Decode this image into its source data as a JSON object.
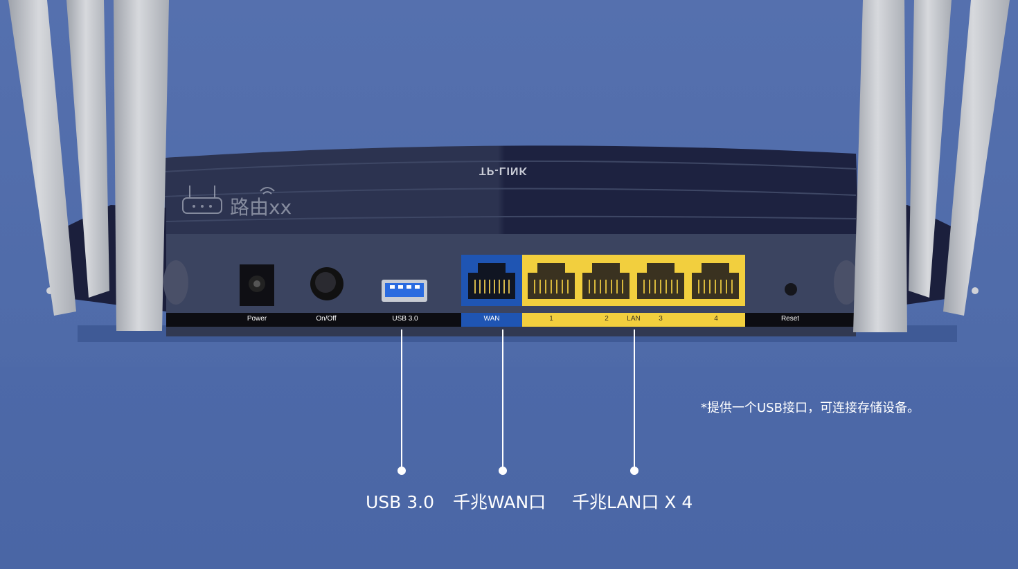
{
  "router": {
    "brand_logo": "TP-LINK",
    "panel_labels": {
      "power": "Power",
      "onoff": "On/Off",
      "usb": "USB 3.0",
      "wan": "WAN",
      "lan1": "1",
      "lan2": "2",
      "lan_title": "LAN",
      "lan3": "3",
      "lan4": "4",
      "reset": "Reset"
    }
  },
  "callouts": {
    "usb": "USB 3.0",
    "wan": "千兆WAN口",
    "lan": "千兆LAN口 X 4"
  },
  "footnote": "*提供一个USB接口，可连接存储设备。",
  "watermark": "路由xx",
  "colors": {
    "background": "#4e6aa9",
    "router_body": "#1e2341",
    "router_panel": "#3c4560",
    "wan_port": "#1f55b3",
    "lan_port": "#f2cf3e",
    "antenna": "#c3c6cc"
  },
  "icons": {
    "watermark": "router-wifi-icon"
  }
}
